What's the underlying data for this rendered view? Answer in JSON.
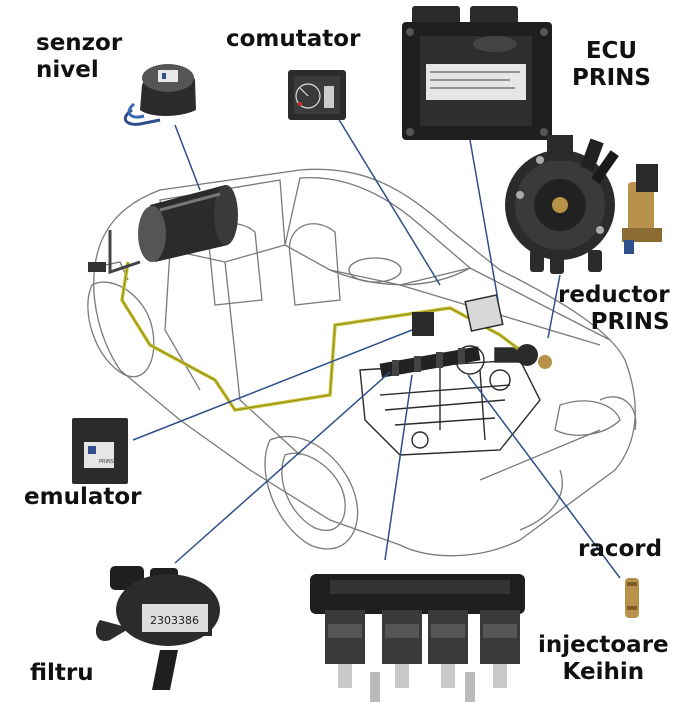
{
  "labels": {
    "senzor_nivel": [
      "senzor",
      "nivel"
    ],
    "comutator": "comutator",
    "ecu": [
      "ECU",
      "PRINS"
    ],
    "reductor": [
      "reductor",
      "PRINS"
    ],
    "emulator": "emulator",
    "racord": "racord",
    "filtru": "filtru",
    "injectoare": [
      "injectoare",
      "Keihin"
    ]
  },
  "colors": {
    "gas_line": "#c8c23a",
    "leader": "#2e4f8a",
    "car_outline": "#7a7a7a",
    "component_dark": "#2b2b2b",
    "brass": "#b8924a"
  },
  "components": {
    "emulator_brand": "PRINS",
    "filter_serial": "2303386"
  }
}
